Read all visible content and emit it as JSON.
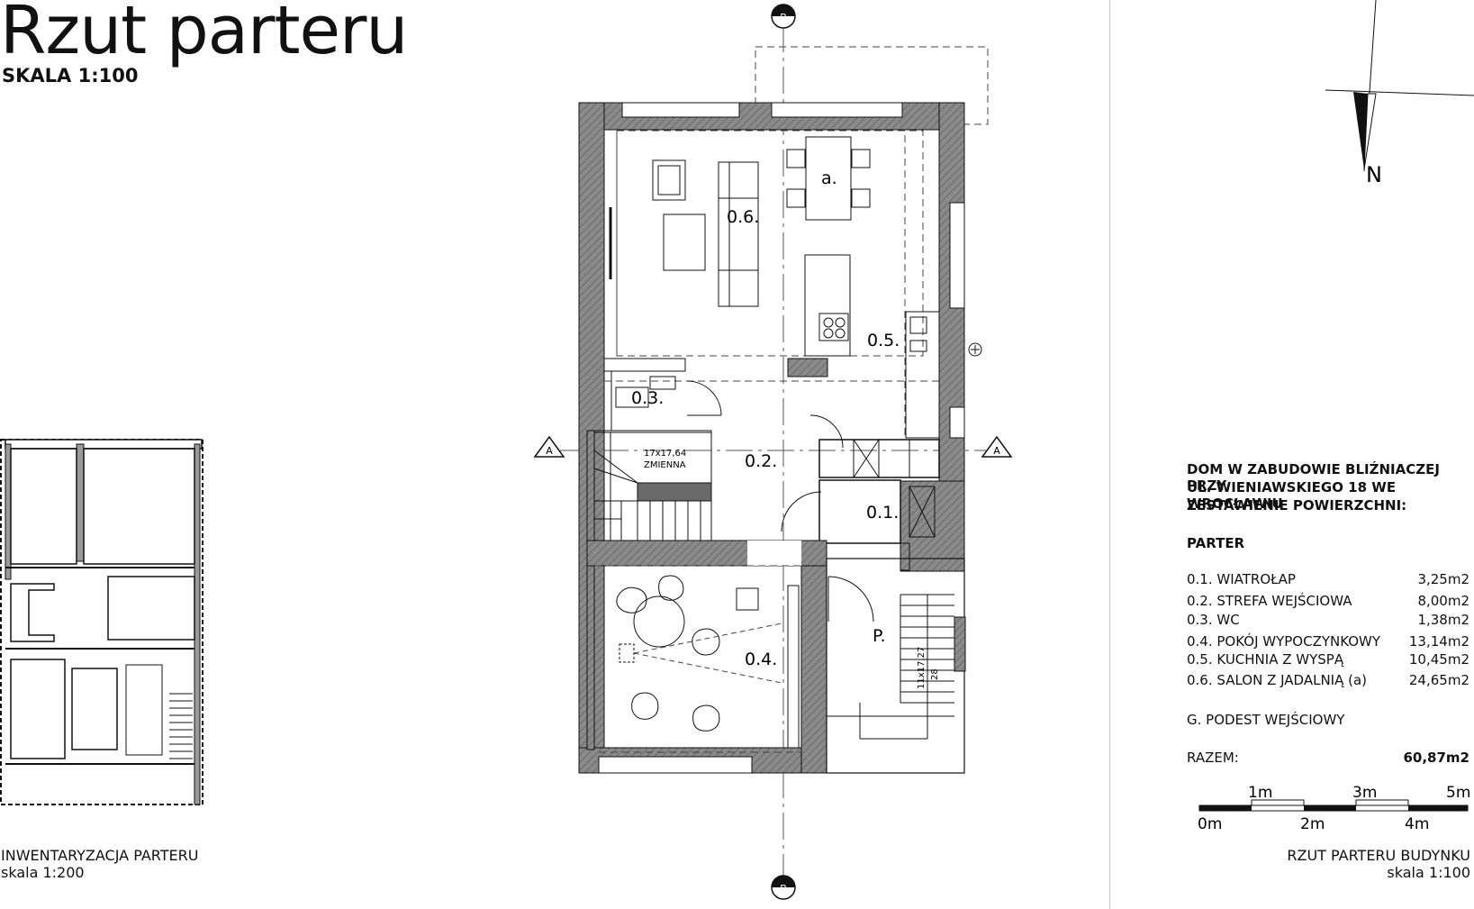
{
  "header": {
    "title": "Rzut parteru",
    "scale": "SKALA 1:100"
  },
  "left_label": {
    "title": "INWENTARYZACJA PARTERU",
    "scale": "skala 1:200"
  },
  "plan": {
    "section_markers": {
      "a": "A",
      "b": "B"
    },
    "rooms": {
      "r01": "0.1.",
      "r02": "0.2.",
      "r03": "0.3.",
      "r04": "0.4.",
      "r05": "0.5.",
      "r06": "0.6.",
      "ra": "a.",
      "rp": "P."
    },
    "stairs_note_1": "17x17,64",
    "stairs_note_2": "ZMIENNA",
    "stairs_note_3": "11x17,27",
    "stairs_note_4": "28"
  },
  "north": {
    "label": "N"
  },
  "summary": {
    "heading_1": "DOM W ZABUDOWIE BLIŹNIACZEJ PRZY",
    "heading_2": "UL. WIENIAWSKIEGO 18 WE WROCŁAWIU",
    "heading_3": "ZESTAWIENIE POWIERZCHNI:",
    "floor": "PARTER",
    "items": [
      {
        "name": "0.1. WIATROŁAP",
        "area": "3,25m2"
      },
      {
        "name": "0.2. STREFA WEJŚCIOWA",
        "area": "8,00m2"
      },
      {
        "name": "0.3. WC",
        "area": "1,38m2"
      },
      {
        "name": "0.4. POKÓJ WYPOCZYNKOWY",
        "area": "13,14m2"
      },
      {
        "name": "0.5. KUCHNIA Z WYSPĄ",
        "area": "10,45m2"
      },
      {
        "name": "0.6. SALON Z JADALNIĄ (a)",
        "area": "24,65m2"
      }
    ],
    "extra": "G. PODEST WEJŚCIOWY",
    "total_label": "RAZEM:",
    "total_value": "60,87m2"
  },
  "scalebar": {
    "labels": [
      "0m",
      "1m",
      "2m",
      "3m",
      "4m",
      "5m"
    ]
  },
  "bottom_right": {
    "title": "RZUT PARTERU BUDYNKU",
    "scale": "skala 1:100"
  },
  "colors": {
    "wall_hatch": "#7a7a7a",
    "line": "#111111",
    "dash": "#444444"
  }
}
